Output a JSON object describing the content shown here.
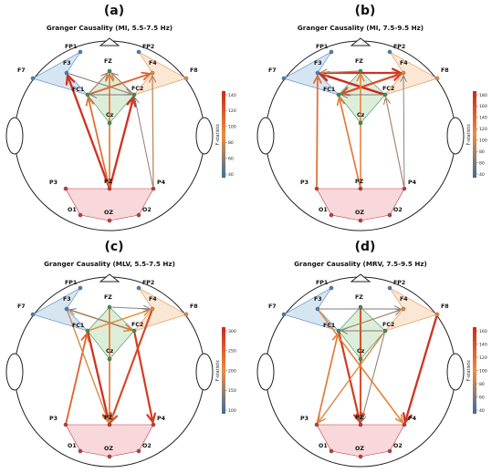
{
  "panels": [
    {
      "letter": "(a)",
      "title": "Granger Causality (MI, 5.5-7.5 Hz)",
      "colorbar": {
        "label": "F-statistic",
        "ticks": [
          "140",
          "120",
          "100",
          "80",
          "60",
          "40"
        ]
      },
      "arrows": [
        {
          "from": "PZ",
          "to": "F3",
          "strength": 0.95
        },
        {
          "from": "PZ",
          "to": "FC2",
          "strength": 0.95
        },
        {
          "from": "PZ",
          "to": "FZ",
          "strength": 0.6
        },
        {
          "from": "PZ",
          "to": "FC1",
          "strength": 0.65
        },
        {
          "from": "P4",
          "to": "F4",
          "strength": 0.35
        },
        {
          "from": "P4",
          "to": "FC2",
          "strength": 0.2
        },
        {
          "from": "FC1",
          "to": "F4",
          "strength": 0.7
        },
        {
          "from": "FC1",
          "to": "FZ",
          "strength": 0.3
        },
        {
          "from": "F3",
          "to": "FC2",
          "strength": 0.25
        },
        {
          "from": "FC2",
          "to": "FZ",
          "strength": 0.3
        },
        {
          "from": "FC2",
          "to": "FC1",
          "strength": 0.2
        }
      ]
    },
    {
      "letter": "(b)",
      "title": "Granger Causality (MI, 7.5-9.5 Hz)",
      "colorbar": {
        "label": "F-statistic",
        "ticks": [
          "180",
          "160",
          "140",
          "120",
          "100",
          "80",
          "60",
          "40"
        ]
      },
      "arrows": [
        {
          "from": "FC2",
          "to": "F3",
          "strength": 1.0
        },
        {
          "from": "F3",
          "to": "F4",
          "strength": 0.95
        },
        {
          "from": "FC1",
          "to": "F4",
          "strength": 0.9
        },
        {
          "from": "F4",
          "to": "FC1",
          "strength": 0.8
        },
        {
          "from": "P3",
          "to": "F3",
          "strength": 0.65
        },
        {
          "from": "PZ",
          "to": "FC1",
          "strength": 0.6
        },
        {
          "from": "PZ",
          "to": "FZ",
          "strength": 0.55
        },
        {
          "from": "P4",
          "to": "FC2",
          "strength": 0.3
        },
        {
          "from": "P4",
          "to": "F4",
          "strength": 0.15
        },
        {
          "from": "FZ",
          "to": "F3",
          "strength": 0.35
        },
        {
          "from": "FC2",
          "to": "FC1",
          "strength": 0.2
        }
      ]
    },
    {
      "letter": "(c)",
      "title": "Granger Causality (MLV, 5.5-7.5 Hz)",
      "colorbar": {
        "label": "F-statistic",
        "ticks": [
          "300",
          "250",
          "200",
          "150",
          "100"
        ]
      },
      "arrows": [
        {
          "from": "FC1",
          "to": "PZ",
          "strength": 0.95
        },
        {
          "from": "FC2",
          "to": "P4",
          "strength": 0.9
        },
        {
          "from": "F4",
          "to": "PZ",
          "strength": 0.85
        },
        {
          "from": "P3",
          "to": "FC1",
          "strength": 0.7
        },
        {
          "from": "FZ",
          "to": "PZ",
          "strength": 0.6
        },
        {
          "from": "F3",
          "to": "FC2",
          "strength": 0.55
        },
        {
          "from": "FC1",
          "to": "F4",
          "strength": 0.5
        },
        {
          "from": "F3",
          "to": "PZ",
          "strength": 0.45
        },
        {
          "from": "FZ",
          "to": "F4",
          "strength": 0.2
        },
        {
          "from": "FC2",
          "to": "F3",
          "strength": 0.25
        }
      ]
    },
    {
      "letter": "(d)",
      "title": "Granger Causality (MRV, 7.5-9.5 Hz)",
      "colorbar": {
        "label": "F-statistic",
        "ticks": [
          "160",
          "140",
          "120",
          "100",
          "80",
          "60",
          "40"
        ]
      },
      "arrows": [
        {
          "from": "F8",
          "to": "P4",
          "strength": 0.95
        },
        {
          "from": "FC1",
          "to": "PZ",
          "strength": 0.9
        },
        {
          "from": "FZ",
          "to": "PZ",
          "strength": 0.8
        },
        {
          "from": "P3",
          "to": "FC1",
          "strength": 0.6
        },
        {
          "from": "FC2",
          "to": "P3",
          "strength": 0.45
        },
        {
          "from": "F3",
          "to": "P4",
          "strength": 0.55
        },
        {
          "from": "FC1",
          "to": "F4",
          "strength": 0.3
        },
        {
          "from": "F3",
          "to": "F4",
          "strength": 0.2
        },
        {
          "from": "FC2",
          "to": "FC1",
          "strength": 0.2
        },
        {
          "from": "FC2",
          "to": "PZ",
          "strength": 0.25
        }
      ]
    }
  ],
  "electrodes": [
    {
      "id": "FP1",
      "label": "FP1",
      "region": "frontal"
    },
    {
      "id": "FP2",
      "label": "FP2",
      "region": "frontal"
    },
    {
      "id": "F7",
      "label": "F7",
      "region": "left"
    },
    {
      "id": "F3",
      "label": "F3",
      "region": "left"
    },
    {
      "id": "FZ",
      "label": "FZ",
      "region": "central"
    },
    {
      "id": "F4",
      "label": "F4",
      "region": "right"
    },
    {
      "id": "F8",
      "label": "F8",
      "region": "right"
    },
    {
      "id": "FC1",
      "label": "FC1",
      "region": "central"
    },
    {
      "id": "FC2",
      "label": "FC2",
      "region": "central"
    },
    {
      "id": "Cz",
      "label": "Cz",
      "region": "central"
    },
    {
      "id": "P3",
      "label": "P3",
      "region": "parietal"
    },
    {
      "id": "PZ",
      "label": "PZ",
      "region": "parietal"
    },
    {
      "id": "P4",
      "label": "P4",
      "region": "parietal"
    },
    {
      "id": "O1",
      "label": "O1",
      "region": "parietal"
    },
    {
      "id": "OZ",
      "label": "OZ",
      "region": "parietal"
    },
    {
      "id": "O2",
      "label": "O2",
      "region": "parietal"
    }
  ],
  "colors": {
    "frontal": "#4a7fb5",
    "left": "#4a7fb5",
    "right": "#e08a3c",
    "central": "#3f8f4f",
    "parietal": "#c03a3a",
    "left_fill": "#cfe0f0",
    "right_fill": "#fbe3cc",
    "central_fill": "#d6ebd2",
    "parietal_fill": "#f7d4d6"
  }
}
